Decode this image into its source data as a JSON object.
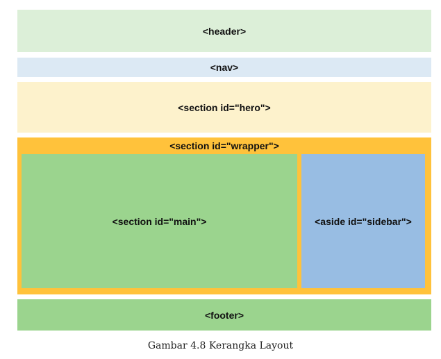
{
  "diagram": {
    "header_label": "<header>",
    "nav_label": "<nav>",
    "hero_label": "<section id=\"hero\">",
    "wrapper_label": "<section id=\"wrapper\">",
    "main_label": "<section id=\"main\">",
    "sidebar_label": "<aside id=\"sidebar\">",
    "footer_label": "<footer>"
  },
  "caption": "Gambar 4.8 Kerangka Layout",
  "colors": {
    "header": "#dcefd8",
    "nav": "#dce9f4",
    "hero": "#fdf2cc",
    "wrapper": "#ffc23b",
    "main": "#9bd48e",
    "sidebar": "#98bde3",
    "footer": "#9bd48e"
  }
}
